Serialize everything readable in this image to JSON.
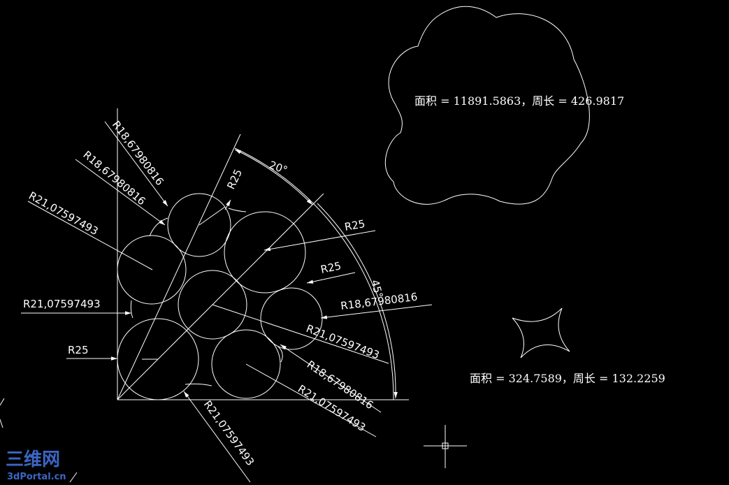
{
  "colors": {
    "background": "#000000",
    "line": "#ffffff",
    "watermark": "#3b66c4"
  },
  "dimensions": {
    "r_top_diag": "R18,67980816",
    "r_left_upper": "R18,67980816",
    "r_left_middle": "R21,07597493",
    "r_left_lower": "R21,07597493",
    "r_bottom_left": "R25",
    "r_top_circle": "R25",
    "r_right_upper": "R25",
    "r_right_middle": "R25",
    "r_right_lower": "R18,67980816",
    "r_center_diag": "R21,07597493",
    "r_bottom_diag_1": "R18,67980816",
    "r_bottom_diag_2": "R21,07597493",
    "r_bottom_vertical": "R21,07597493",
    "angle_20": "20°",
    "angle_45": "45°"
  },
  "areas": {
    "flower": "面积 = 11891.5863，周长 = 426.9817",
    "star": "面积 = 324.7589，周长 = 132.2259"
  },
  "watermark": {
    "line1": "三维网",
    "line2": "3dPortal.cn"
  }
}
